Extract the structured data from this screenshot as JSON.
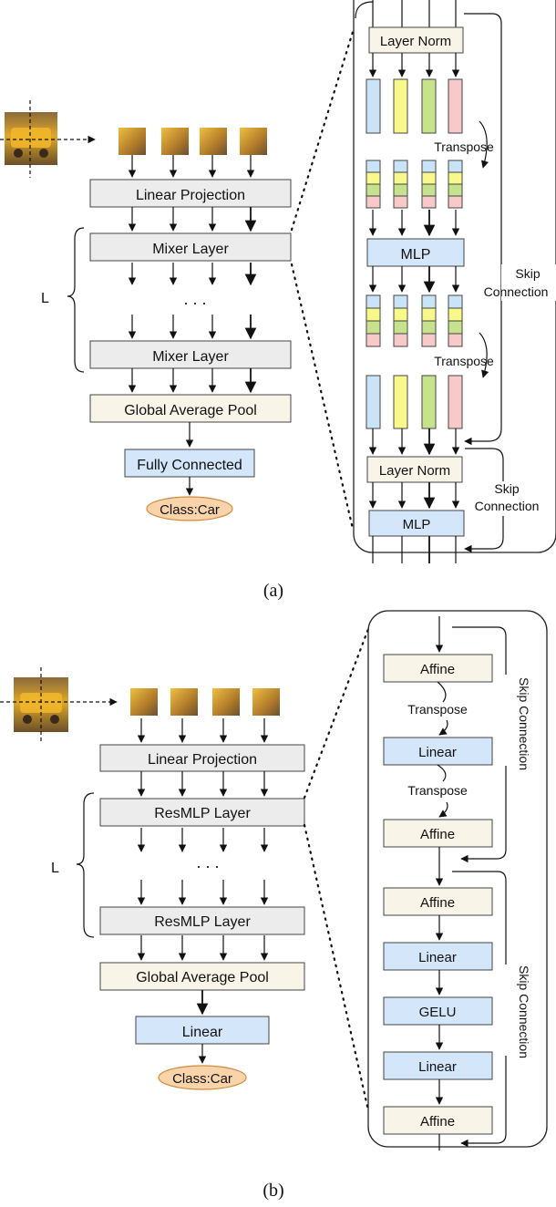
{
  "colors": {
    "gray_box": "#ececec",
    "cream_box": "#f8f5e8",
    "blue_box": "#d4e6fa",
    "oval": "#f9d3aa",
    "oval_stroke": "#d08a3c",
    "token_blue": "#c9e3f7",
    "token_yellow": "#f9f88a",
    "token_green": "#c6e28c",
    "token_pink": "#f7c9c9"
  },
  "icons": {
    "input_image": "car-photo-icon",
    "patch": "car-patch-icon"
  },
  "panel_a": {
    "caption": "(a)",
    "linear_projection": "Linear Projection",
    "mixer_layer_top": "Mixer Layer",
    "ellipsis": ". . .",
    "mixer_layer_bottom": "Mixer Layer",
    "global_average_pool": "Global Average Pool",
    "fully_connected": "Fully Connected",
    "class_output": "Class:Car",
    "depth_label": "L",
    "detail": {
      "layer_norm_top": "Layer Norm",
      "transpose_top": "Transpose",
      "mlp_top": "MLP",
      "skip_connection_top": [
        "Skip",
        "Connection"
      ],
      "transpose_bottom": "Transpose",
      "layer_norm_bottom": "Layer Norm",
      "skip_connection_bottom": [
        "Skip",
        "Connection"
      ],
      "mlp_bottom": "MLP"
    }
  },
  "panel_b": {
    "caption": "(b)",
    "linear_projection": "Linear Projection",
    "resmlp_layer_top": "ResMLP Layer",
    "ellipsis": ". . .",
    "resmlp_layer_bottom": "ResMLP Layer",
    "global_average_pool": "Global Average Pool",
    "linear_output": "Linear",
    "class_output": "Class:Car",
    "depth_label": "L",
    "detail": {
      "affine_1": "Affine",
      "transpose_1": "Transpose",
      "linear_1": "Linear",
      "transpose_2": "Transpose",
      "affine_2": "Affine",
      "skip_connection_top": "Skip Connection",
      "affine_3": "Affine",
      "linear_2": "Linear",
      "gelu": "GELU",
      "linear_3": "Linear",
      "affine_4": "Affine",
      "skip_connection_bottom": "Skip Connection"
    }
  }
}
